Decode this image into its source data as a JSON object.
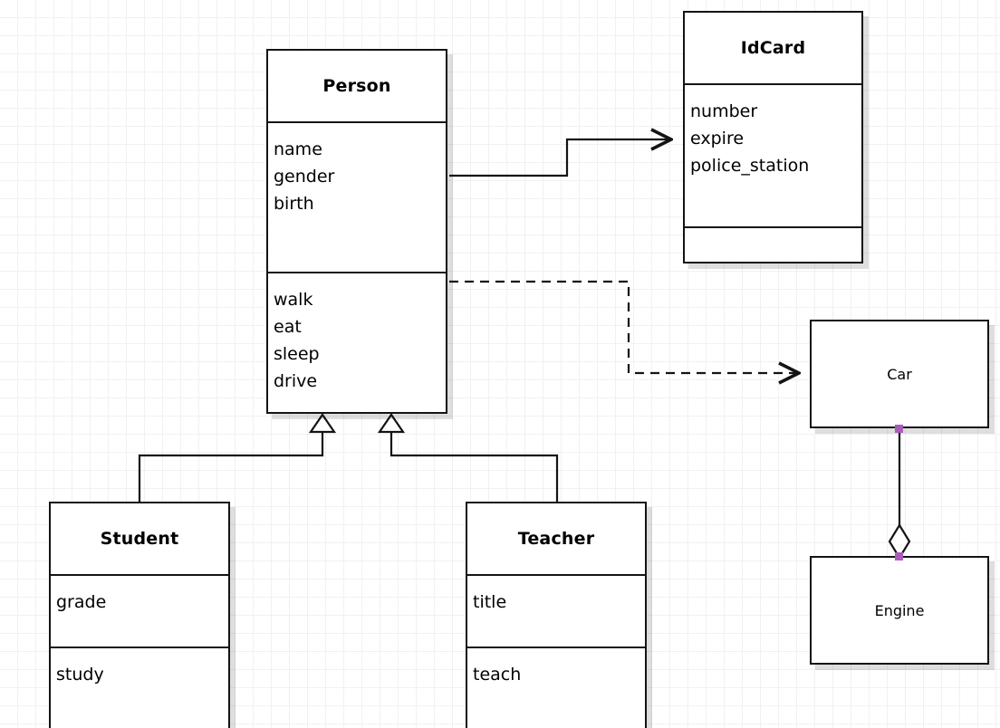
{
  "diagram": {
    "type": "uml-class-diagram",
    "background": "#ffffff",
    "grid_color": "#f1f1f1",
    "line_color": "#141414",
    "handle_color": "#a95cb8"
  },
  "classes": {
    "person": {
      "name": "Person",
      "attributes": [
        "name",
        "gender",
        "birth"
      ],
      "methods": [
        "walk",
        "eat",
        "sleep",
        "drive"
      ]
    },
    "idcard": {
      "name": "IdCard",
      "attributes": [
        "number",
        "expire",
        "police_station"
      ],
      "methods": []
    },
    "student": {
      "name": "Student",
      "attributes": [
        "grade"
      ],
      "methods": [
        "study"
      ]
    },
    "teacher": {
      "name": "Teacher",
      "attributes": [
        "title"
      ],
      "methods": [
        "teach"
      ]
    },
    "car": {
      "name": "Car"
    },
    "engine": {
      "name": "Engine"
    }
  },
  "relationships": [
    {
      "id": "person-idcard",
      "kind": "association",
      "from": "Person",
      "to": "IdCard",
      "line": "solid",
      "arrowhead": "open"
    },
    {
      "id": "person-car",
      "kind": "dependency",
      "from": "Person",
      "to": "Car",
      "line": "dashed",
      "arrowhead": "open"
    },
    {
      "id": "student-person",
      "kind": "generalization",
      "from": "Student",
      "to": "Person",
      "line": "solid",
      "arrowhead": "hollow-triangle"
    },
    {
      "id": "teacher-person",
      "kind": "generalization",
      "from": "Teacher",
      "to": "Person",
      "line": "solid",
      "arrowhead": "hollow-triangle"
    },
    {
      "id": "car-engine",
      "kind": "aggregation",
      "from": "Car",
      "to": "Engine",
      "line": "solid",
      "arrowhead": "hollow-diamond"
    }
  ]
}
